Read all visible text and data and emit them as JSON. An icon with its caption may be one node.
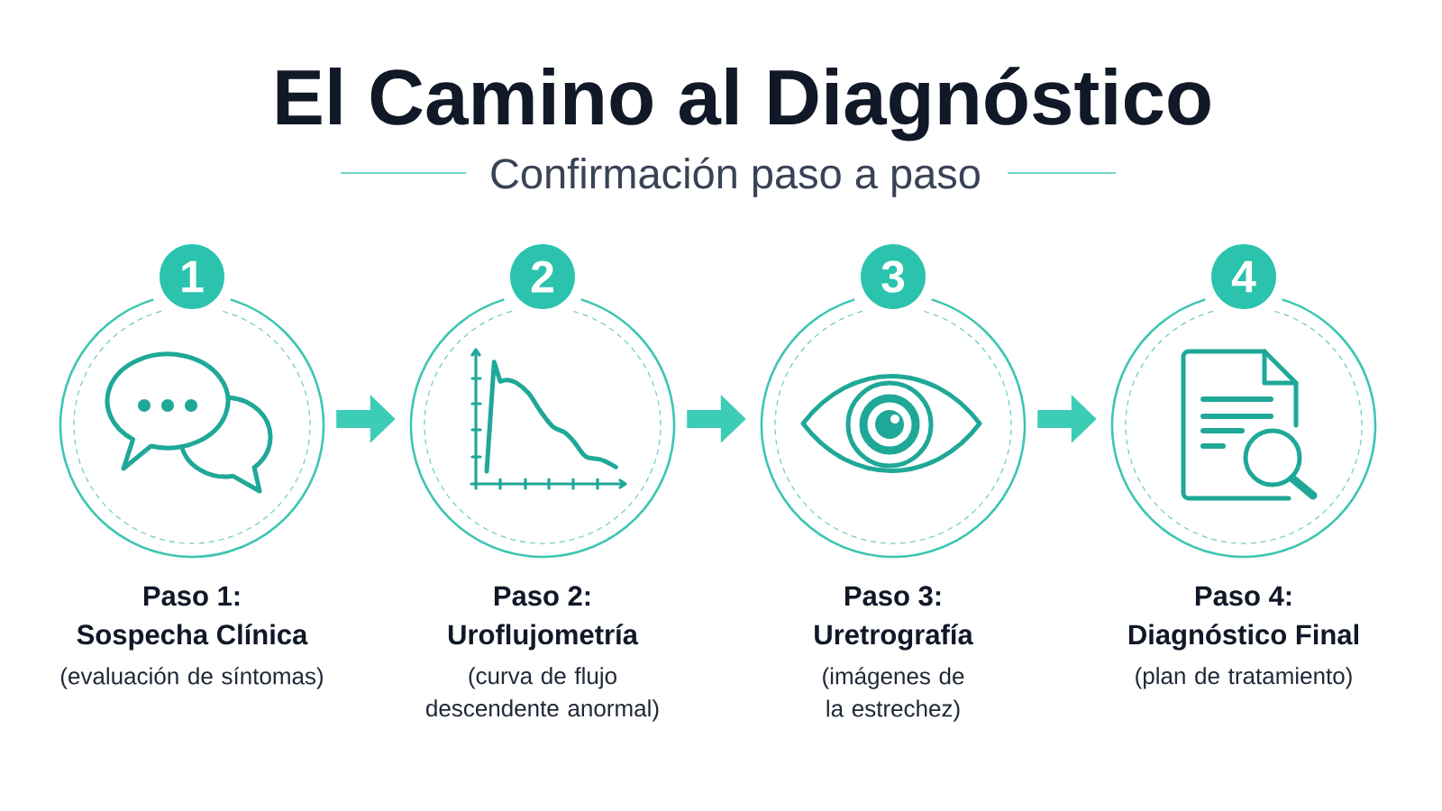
{
  "diagram": {
    "title": "El Camino al Diagnóstico",
    "nodes": [
      {
        "text": [
          "1"
        ]
      },
      {
        "text": [
          "Paso 1:",
          "Sospecha Clínica",
          "(evaluación de síntomas)"
        ]
      },
      {
        "text": [
          "2"
        ]
      },
      {
        "text": [
          "Paso 2:",
          "Uroflujometría",
          "(curva de flujo descendente anormal)"
        ]
      },
      {
        "text": [
          "3"
        ]
      },
      {
        "text": [
          "Paso 3:",
          "Uretrografía",
          "(imágenes de la estrechez)"
        ]
      },
      {
        "text": [
          "4"
        ]
      },
      {
        "text": [
          "Paso 4:",
          "Diagnóstico Final",
          "(plan de tratamiento)"
        ]
      }
    ],
    "edges": [
      {
        "from": 1,
        "to": 3,
        "arrow": "to"
      },
      {
        "from": 3,
        "to": 5,
        "arrow": "to"
      },
      {
        "from": 5,
        "to": 7,
        "arrow": "to"
      }
    ],
    "labels": [
      "Confirmación paso a paso"
    ]
  }
}
